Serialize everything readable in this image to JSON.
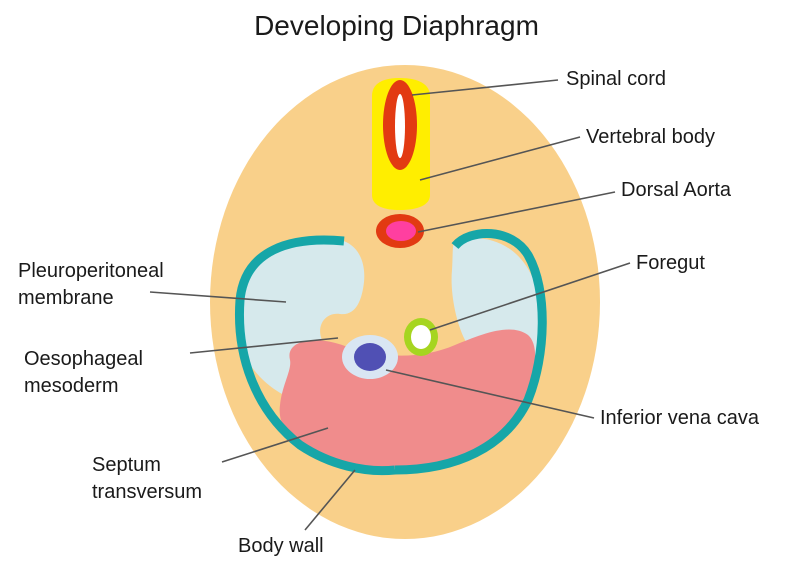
{
  "title": "Developing Diaphragm",
  "labels": {
    "spinal_cord": "Spinal cord",
    "vertebral_body": "Vertebral body",
    "dorsal_aorta": "Dorsal Aorta",
    "foregut": "Foregut",
    "pleuroperitoneal_1": "Pleuroperitoneal",
    "pleuroperitoneal_2": "membrane",
    "oesophageal_1": "Oesophageal",
    "oesophageal_2": "mesoderm",
    "inferior_vena_cava": "Inferior vena cava",
    "septum_1": "Septum",
    "septum_2": "transversum",
    "body_wall": "Body wall"
  },
  "colors": {
    "body": "#f9d08a",
    "pleural_cavity": "#d6e9ec",
    "body_wall": "#16a6a8",
    "septum": "#f08c8c",
    "vertebral_body": "#ffee00",
    "spinal_cord": "#e23a12",
    "aorta_outer": "#e23a12",
    "aorta_inner": "#ff3fa0",
    "foregut_ring": "#a6d520",
    "ivc_outer": "#d9e6f3",
    "ivc_inner": "#5050b4",
    "leader": "#555555"
  }
}
